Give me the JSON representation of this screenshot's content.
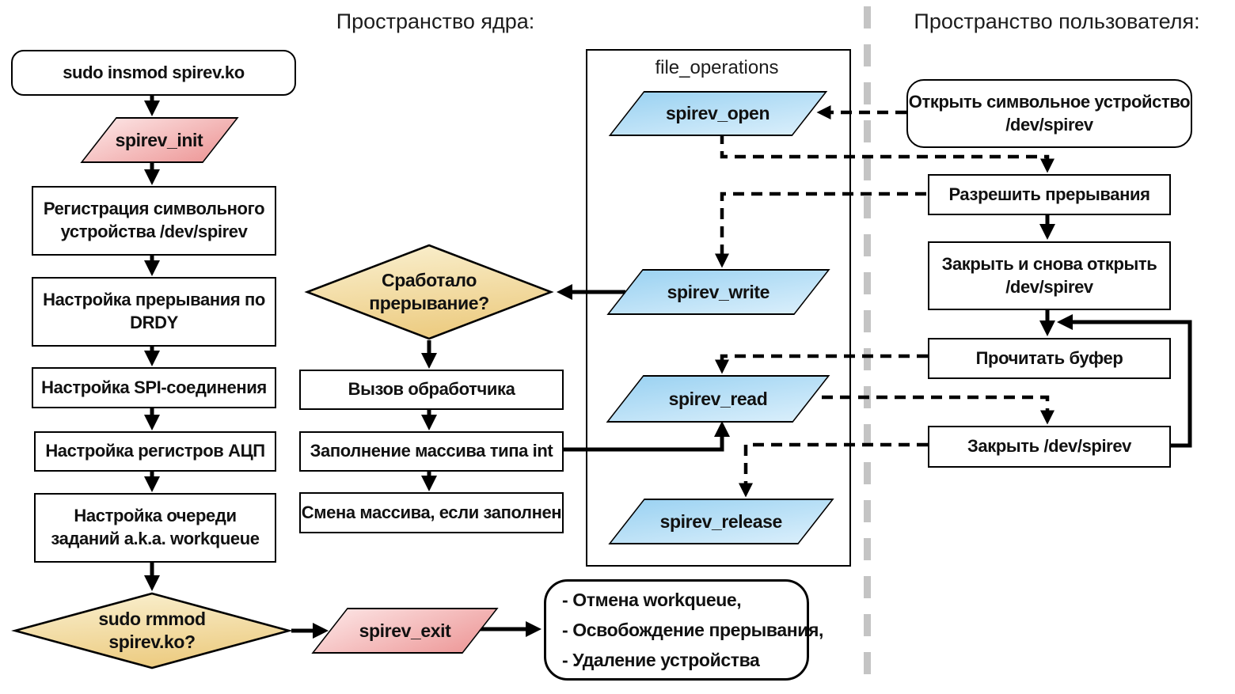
{
  "headers": {
    "kernel_space": "Пространство ядра:",
    "user_space": "Пространство пользователя:"
  },
  "kernel_flow": {
    "insmod": "sudo insmod spirev.ko",
    "init": "spirev_init",
    "register_device": [
      "Регистрация символьного",
      "устройства /dev/spirev"
    ],
    "setup_irq": [
      "Настройка прерывания по",
      "DRDY"
    ],
    "setup_spi": "Настройка SPI-соединения",
    "setup_adc": "Настройка регистров АЦП",
    "setup_workqueue": [
      "Настройка очереди",
      "заданий a.k.a. workqueue"
    ],
    "rmmod_decision": [
      "sudo rmmod",
      "spirev.ko?"
    ],
    "exit": "spirev_exit",
    "cleanup": [
      "- Отмена workqueue,",
      "- Освобождение прерывания,",
      "- Удаление устройства"
    ]
  },
  "interrupt_flow": {
    "irq_decision": [
      "Сработало",
      "прерывание?"
    ],
    "call_handler": "Вызов обработчика",
    "fill_array": "Заполнение массива типа int",
    "swap_array": "Смена массива, если заполнен"
  },
  "file_operations": {
    "title": "file_operations",
    "open": "spirev_open",
    "write": "spirev_write",
    "read": "spirev_read",
    "release": "spirev_release"
  },
  "user_flow": {
    "open_device": [
      "Открыть символьное устройство",
      "/dev/spirev"
    ],
    "enable_irq": "Разрешить прерывания",
    "reopen_device": [
      "Закрыть и снова открыть",
      "/dev/spirev"
    ],
    "read_buffer": "Прочитать буфер",
    "close_device": "Закрыть /dev/spirev"
  },
  "colors": {
    "pink-light": "#fbdfdf",
    "pink-dark": "#ee9c9c",
    "blue-dark": "#9dd3f2",
    "blue-light": "#d8eefb",
    "yellow-light": "#faf1d2",
    "yellow-dark": "#edcd84",
    "divider": "#c4c4c4"
  }
}
